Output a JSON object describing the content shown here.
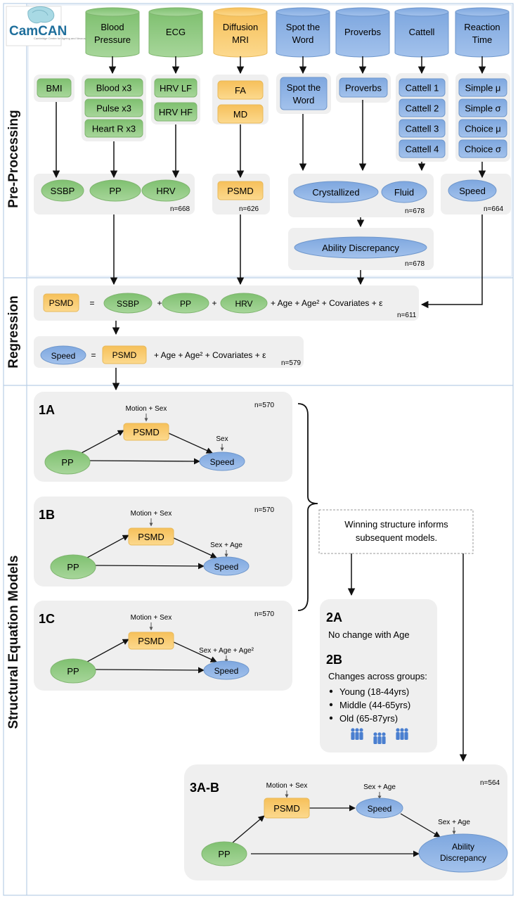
{
  "logo": {
    "text": "CamCAN",
    "subtitle": "Cambridge Centre for Ageing and Neuroscience"
  },
  "sections": {
    "preprocessing": "Pre-Processing",
    "regression": "Regression",
    "sem": "Structural Equation Models"
  },
  "sources": {
    "blood_pressure": [
      "Blood",
      "Pressure"
    ],
    "ecg": [
      "ECG"
    ],
    "diffusion": [
      "Diffusion",
      "MRI"
    ],
    "spot_word": [
      "Spot the",
      "Word"
    ],
    "proverbs": [
      "Proverbs"
    ],
    "cattell": [
      "Cattell"
    ],
    "reaction": [
      "Reaction",
      "Time"
    ]
  },
  "measures": {
    "bmi": "BMI",
    "bp": [
      "Blood x3",
      "Pulse x3",
      "Heart R x3"
    ],
    "ecg": [
      "HRV LF",
      "HRV HF"
    ],
    "dmri": [
      "FA",
      "MD"
    ],
    "spot": [
      "Spot the",
      "Word"
    ],
    "proverbs": "Proverbs",
    "cattell": [
      "Cattell 1",
      "Cattell 2",
      "Cattell 3",
      "Cattell 4"
    ],
    "reaction": [
      "Simple μ",
      "Simple σ",
      "Choice μ",
      "Choice σ"
    ]
  },
  "derived": {
    "ssbp": "SSBP",
    "pp": "PP",
    "hrv": "HRV",
    "n1": "n=668",
    "psmd": "PSMD",
    "n2": "n=626",
    "crystallized": "Crystallized",
    "fluid": "Fluid",
    "n3": "n=678",
    "speed": "Speed",
    "n4": "n=664",
    "ability": "Ability Discrepancy",
    "n5": "n=678"
  },
  "regression": {
    "eq1": {
      "lhs": "PSMD",
      "eq": "=",
      "t1": "SSBP",
      "plus": "+",
      "t2": "PP",
      "t3": "HRV",
      "tail": "+ Age + Age² + Covariates + ε",
      "n": "n=611"
    },
    "eq2": {
      "lhs": "Speed",
      "eq": "=",
      "t1": "PSMD",
      "tail": "+ Age + Age² + Covariates + ε",
      "n": "n=579"
    }
  },
  "models": {
    "m1a": {
      "id": "1A",
      "n": "n=570",
      "psmd_cov": "Motion + Sex",
      "speed_cov": "Sex"
    },
    "m1b": {
      "id": "1B",
      "n": "n=570",
      "psmd_cov": "Motion + Sex",
      "speed_cov": "Sex + Age"
    },
    "m1c": {
      "id": "1C",
      "n": "n=570",
      "psmd_cov": "Motion + Sex",
      "speed_cov": "Sex + Age + Age²"
    },
    "node_pp": "PP",
    "node_psmd": "PSMD",
    "node_speed": "Speed",
    "winning": [
      "Winning structure informs",
      "subsequent models."
    ],
    "m2a": {
      "id": "2A",
      "text": "No change with Age"
    },
    "m2b": {
      "id": "2B",
      "text": "Changes across groups:",
      "groups": [
        "Young (18-44yrs)",
        "Middle (44-65yrs)",
        "Old (65-87yrs)"
      ]
    },
    "m3": {
      "id": "3A-B",
      "n": "n=564",
      "psmd_cov": "Motion + Sex",
      "speed_cov": "Sex + Age",
      "ability_cov": "Sex + Age",
      "ability": [
        "Ability",
        "Discrepancy"
      ]
    }
  },
  "colors": {
    "green": "#98cc88",
    "green_edge": "#7fb56f",
    "yellow": "#fbd178",
    "yellow_edge": "#e8b95a",
    "blue": "#8fb4e6",
    "blue_edge": "#6f97cc",
    "panel": "#efefef",
    "frame": "#b9cfe6"
  },
  "icons": [
    "people-group-icon",
    "people-group-icon",
    "people-group-icon"
  ]
}
